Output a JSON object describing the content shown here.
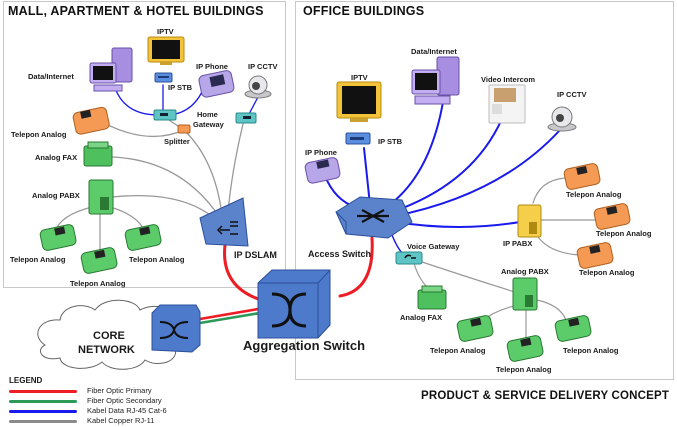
{
  "sections": {
    "left_title": "MALL, APARTMENT & HOTEL BUILDINGS",
    "right_title": "OFFICE BUILDINGS",
    "footer_title": "PRODUCT & SERVICE DELIVERY CONCEPT"
  },
  "left": {
    "iptv": "IPTV",
    "data_internet": "Data/Internet",
    "ip_phone": "IP Phone",
    "ip_cctv": "IP CCTV",
    "ip_stb": "IP STB",
    "home_gateway_1": "Home",
    "home_gateway_2": "Gateway",
    "telepon_analog": "Telepon Analog",
    "splitter": "Splitter",
    "analog_fax": "Analog FAX",
    "analog_pabx": "Analog PABX",
    "phone_a": "Telepon Analog",
    "phone_b": "Telepon Analog",
    "phone_c": "Telepon Analog",
    "ip_dslam": "IP DSLAM"
  },
  "right": {
    "data_internet": "Data/Internet",
    "iptv": "IPTV",
    "video_intercom": "Video Intercom",
    "ip_cctv": "IP CCTV",
    "ip_stb": "IP STB",
    "ip_phone": "IP Phone",
    "access_switch": "Access Switch",
    "voice_gateway": "Voice Gateway",
    "ip_pabx": "IP PABX",
    "pabx_phone_1": "Telepon Analog",
    "pabx_phone_2": "Telepon Analog",
    "pabx_phone_3": "Telepon Analog",
    "analog_pabx": "Analog PABX",
    "analog_fax": "Analog FAX",
    "phone_a": "Telepon Analog",
    "phone_b": "Telepon Analog",
    "phone_c": "Telepon Analog"
  },
  "core": {
    "line1": "CORE",
    "line2": "NETWORK",
    "aggregation_switch": "Aggregation Switch"
  },
  "legend": {
    "title": "LEGEND",
    "items": [
      {
        "label": "Fiber Optic Primary",
        "color": "#ee1c24"
      },
      {
        "label": "Fiber Optic Secondary",
        "color": "#2e9a5a"
      },
      {
        "label": "Kabel Data RJ-45 Cat-6",
        "color": "#1a1aee"
      },
      {
        "label": "Kabel Copper RJ-11",
        "color": "#8a8a8a"
      }
    ]
  },
  "colors": {
    "fiber_primary": "#ee1c24",
    "fiber_secondary": "#2e9a5a",
    "data_cable": "#1a1aee",
    "copper_cable": "#999999",
    "switch_blue": "#5a83cc",
    "gateway_teal": "#5fc4c4",
    "pc_purple": "#a88ee0",
    "tv_yellow": "#f3c43a",
    "phone_orange": "#f49a55",
    "phone_green": "#5ccb6a",
    "pabx_yellow": "#f5cf4a"
  }
}
